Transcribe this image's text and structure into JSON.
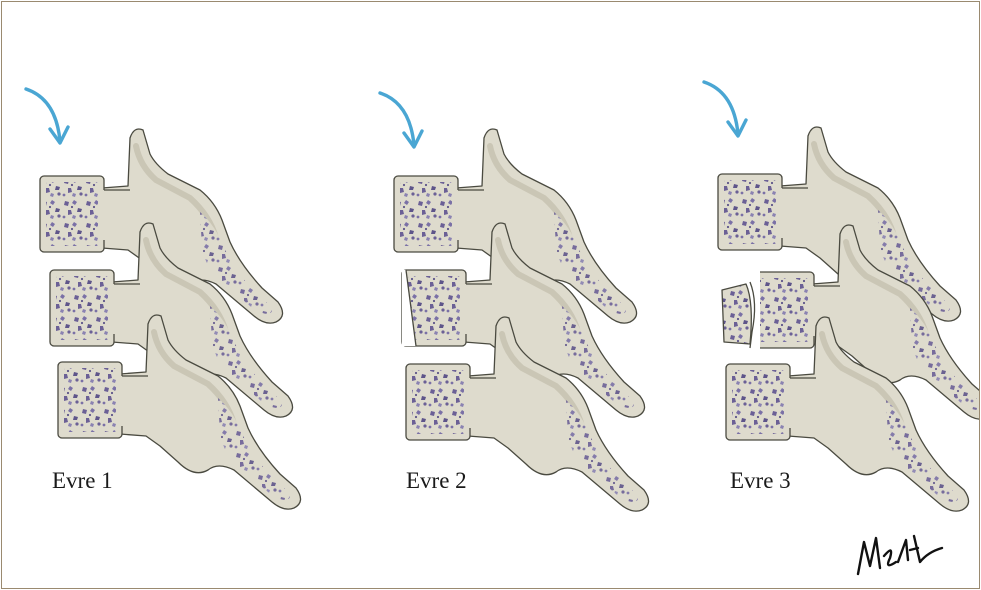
{
  "stages": [
    {
      "label": "Evre 1",
      "arrow_color": "#4aa6d3"
    },
    {
      "label": "Evre 2",
      "arrow_color": "#4aa6d3"
    },
    {
      "label": "Evre 3",
      "arrow_color": "#4aa6d3"
    }
  ],
  "signature": {
    "text": "MSAL"
  },
  "colors": {
    "bone": "#dedbcd",
    "bone_shadow": "#bdb8a5",
    "bone_outline": "#4a4a40",
    "cancellous": "#6b6096",
    "arrow": "#4aa6d3",
    "frame_border": "#9a8a70"
  },
  "icons": [
    "curved-arrow-icon",
    "vertebra-icon",
    "signature-mark"
  ]
}
